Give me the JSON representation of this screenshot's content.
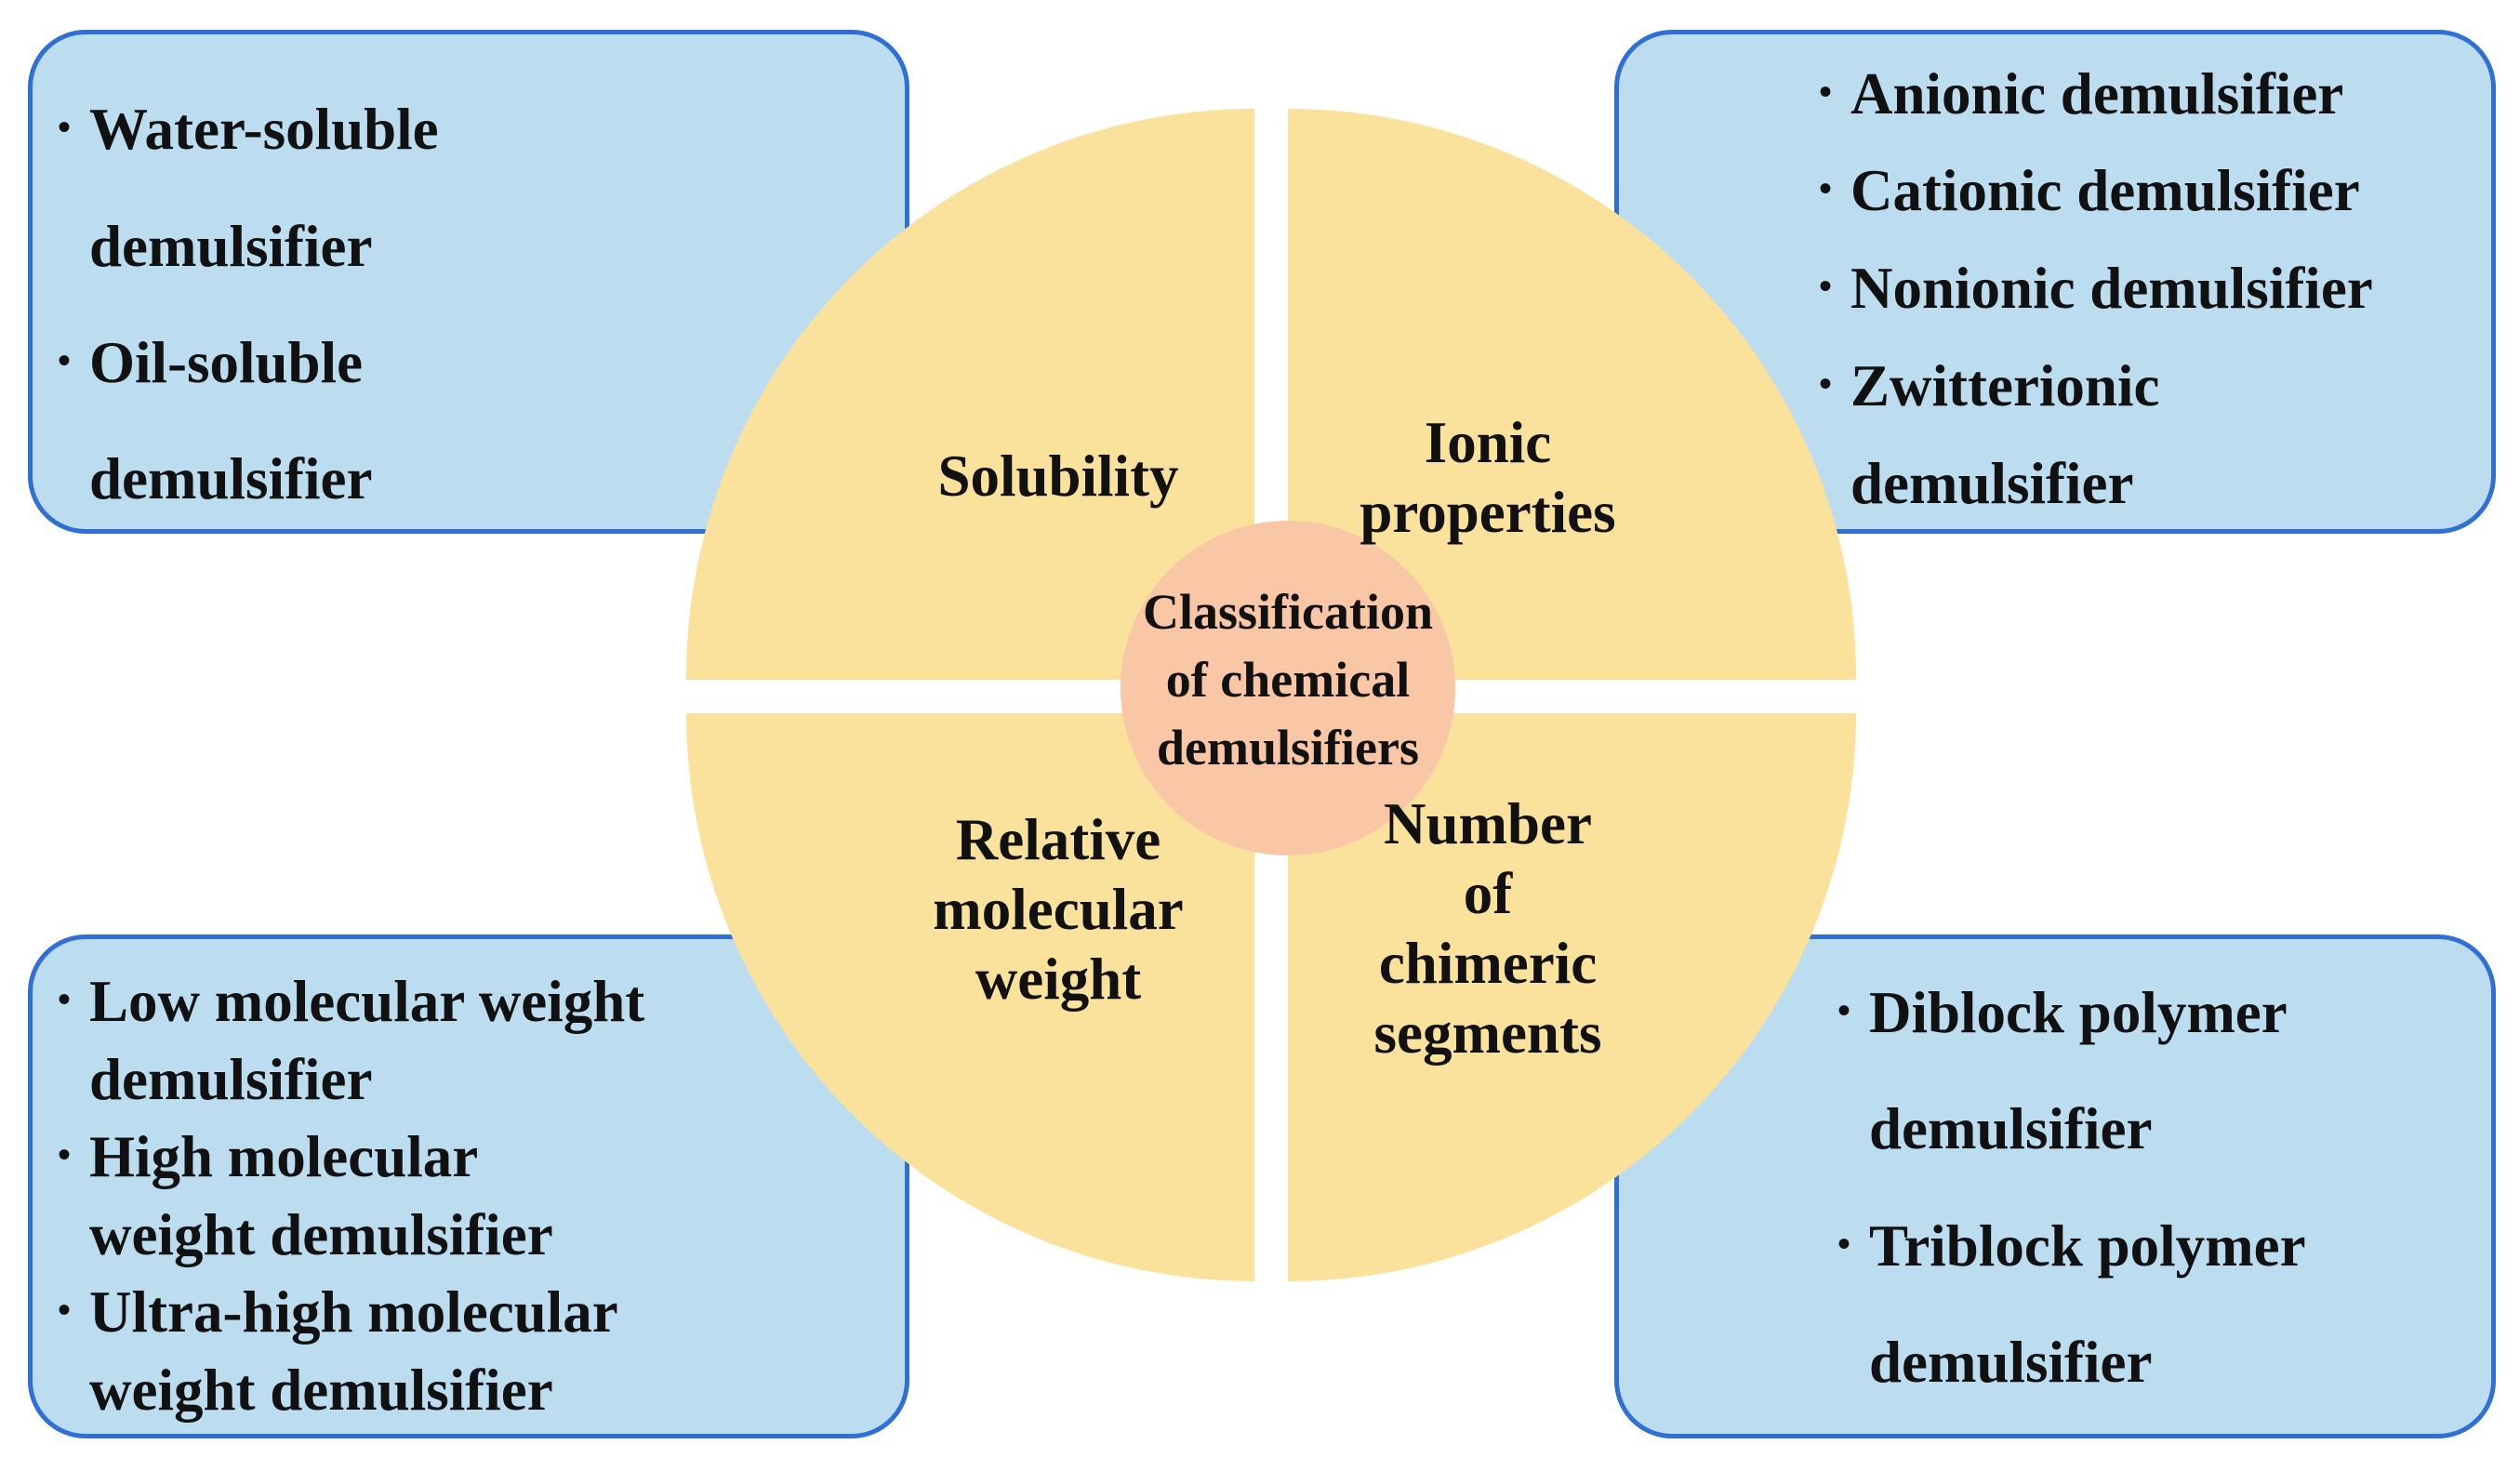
{
  "center": {
    "lines": [
      "Classification",
      "of chemical",
      "demulsifiers"
    ]
  },
  "quadrants": {
    "solubility": {
      "lines": [
        "Solubility"
      ]
    },
    "ionic": {
      "lines": [
        "Ionic",
        "properties"
      ]
    },
    "molecular_weight": {
      "lines": [
        "Relative",
        "molecular",
        "weight"
      ]
    },
    "segments": {
      "lines": [
        "Number",
        "of",
        "chimeric",
        "segments"
      ]
    }
  },
  "boxes": {
    "top_left": {
      "items": [
        {
          "lines": [
            "Water-soluble",
            "demulsifier"
          ]
        },
        {
          "lines": [
            "Oil-soluble",
            "demulsifier"
          ]
        }
      ]
    },
    "top_right": {
      "items": [
        {
          "lines": [
            "Anionic demulsifier"
          ]
        },
        {
          "lines": [
            "Cationic demulsifier"
          ]
        },
        {
          "lines": [
            "Nonionic demulsifier"
          ]
        },
        {
          "lines": [
            "Zwitterionic",
            "demulsifier"
          ]
        }
      ]
    },
    "bottom_left": {
      "items": [
        {
          "lines": [
            "Low molecular weight",
            "demulsifier"
          ]
        },
        {
          "lines": [
            "High molecular",
            "weight demulsifier"
          ]
        },
        {
          "lines": [
            "Ultra-high molecular",
            "weight demulsifier"
          ]
        }
      ]
    },
    "bottom_right": {
      "items": [
        {
          "lines": [
            "Diblock polymer",
            "demulsifier"
          ]
        },
        {
          "lines": [
            "Triblock polymer",
            "demulsifier"
          ]
        }
      ]
    }
  },
  "bullet_symbol": "•",
  "colors": {
    "box_fill": "#bcdcf0",
    "box_border": "#2f6fd6",
    "quadrant_fill": "#fae29c",
    "center_fill": "#f9c7a6"
  }
}
